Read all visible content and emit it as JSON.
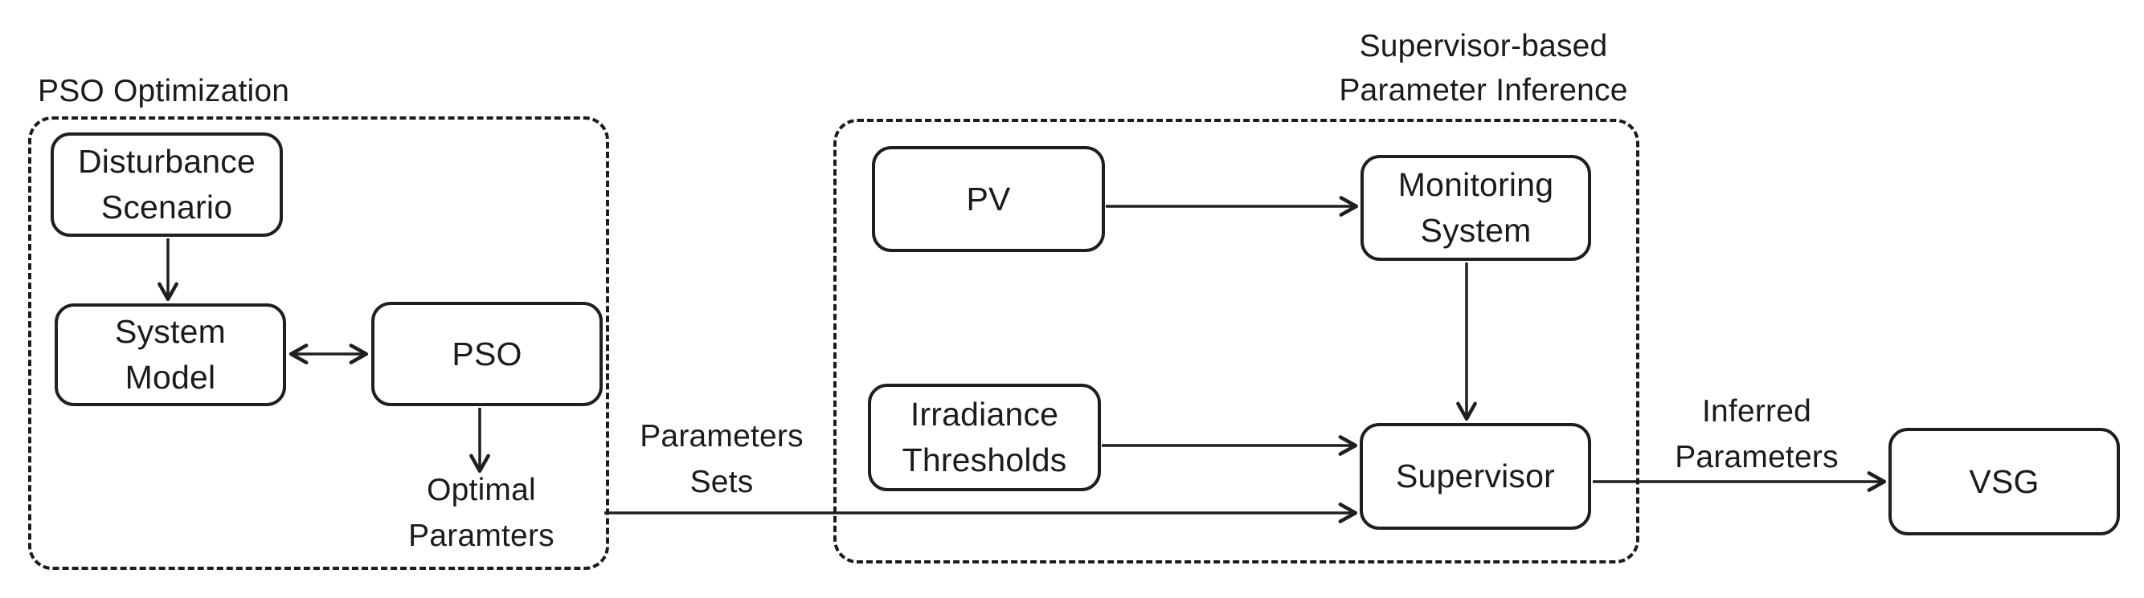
{
  "colors": {
    "background": "#ffffff",
    "stroke": "#1f1f1f"
  },
  "groups": {
    "pso_optimization": {
      "title": "PSO Optimization"
    },
    "supervisor_inference": {
      "title": "Supervisor-based\nParameter Inference"
    }
  },
  "nodes": {
    "disturbance_scenario": {
      "label": "Disturbance\nScenario"
    },
    "system_model": {
      "label": "System\nModel"
    },
    "pso": {
      "label": "PSO"
    },
    "pv": {
      "label": "PV"
    },
    "monitoring_system": {
      "label": "Monitoring\nSystem"
    },
    "irradiance_thresholds": {
      "label": "Irradiance\nThresholds"
    },
    "supervisor": {
      "label": "Supervisor"
    },
    "vsg": {
      "label": "VSG"
    }
  },
  "edge_labels": {
    "optimal_parameters": "Optimal\nParamters",
    "parameters_sets": "Parameters\nSets",
    "inferred_parameters": "Inferred\nParameters"
  }
}
